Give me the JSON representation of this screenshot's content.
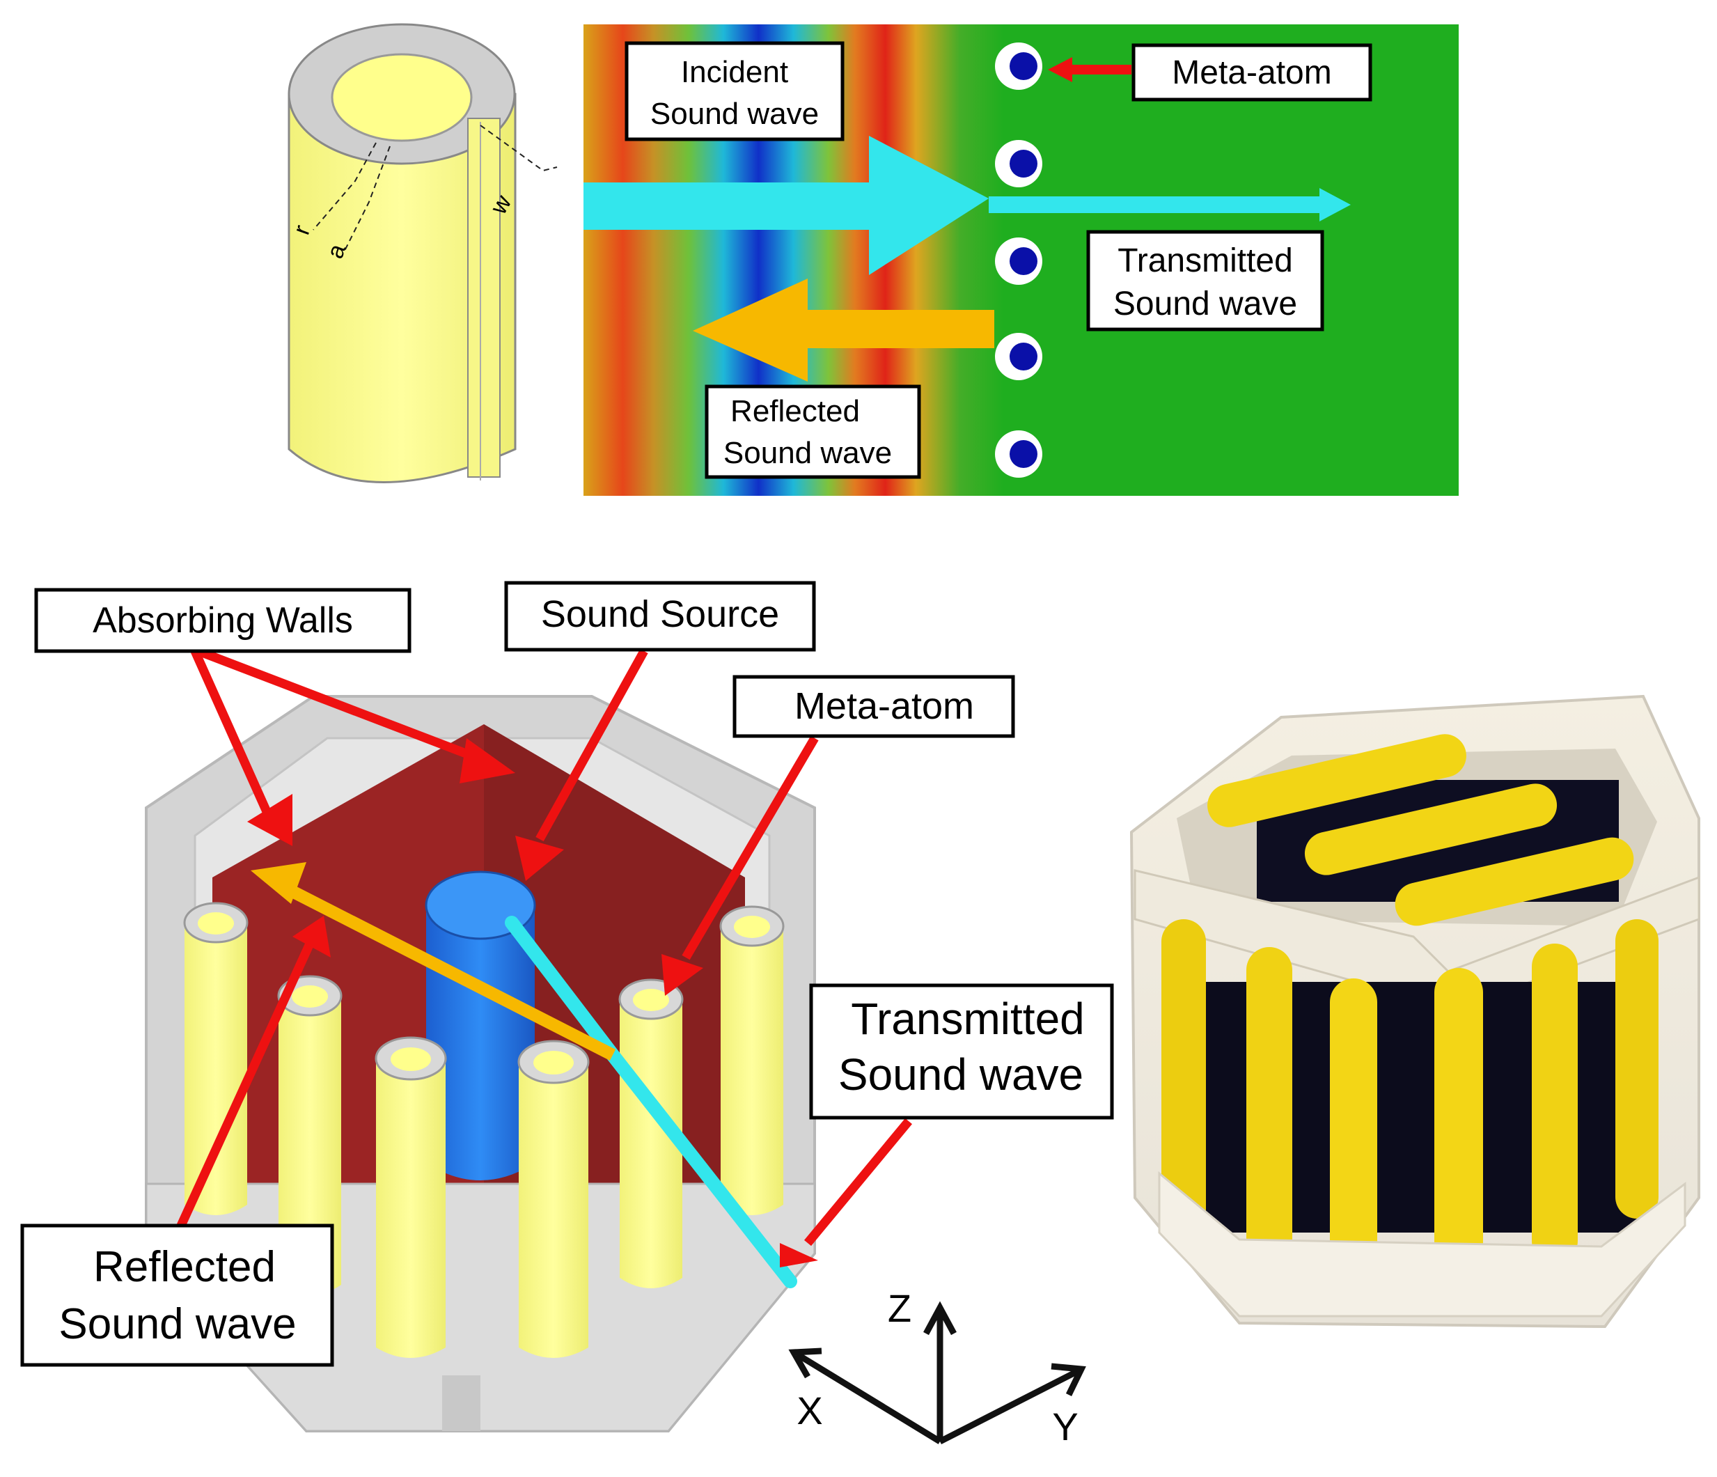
{
  "top_diagram": {
    "cylinder_labels": {
      "r": "r",
      "a": "a",
      "w": "w"
    },
    "incident_label": [
      "Incident",
      "Sound wave"
    ],
    "meta_atom_label": "Meta-atom",
    "transmitted_label": [
      "Transmitted",
      "Sound wave"
    ],
    "reflected_label": [
      "Reflected",
      "Sound wave"
    ]
  },
  "bottom_diagram": {
    "absorbing_walls_label": "Absorbing Walls",
    "sound_source_label": "Sound Source",
    "meta_atom_label": "Meta-atom",
    "transmitted_label": [
      "Transmitted",
      "Sound wave"
    ],
    "reflected_label": [
      "Reflected",
      "Sound wave"
    ],
    "axes": {
      "z": "Z",
      "x": "X",
      "y": "Y"
    }
  },
  "colors": {
    "arrow_red": "#ee1111",
    "incident_cyan": "#33e6ec",
    "reflected_orange": "#f7b800",
    "field_green": "#1fae1f",
    "meta_atom_blue": "#0a10a8",
    "cylinder_yellow": "#fbfb86",
    "source_blue": "#1f6fe0",
    "wall_red": "#9b2424"
  }
}
